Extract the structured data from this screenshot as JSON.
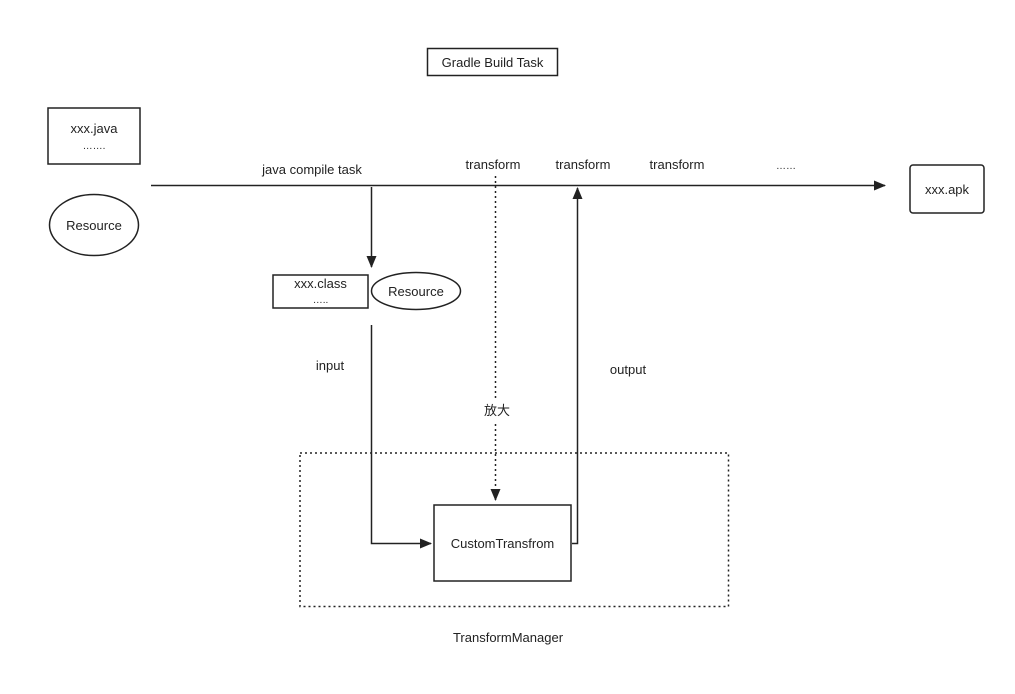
{
  "title": "Gradle Build Task",
  "nodes": {
    "java_source": {
      "label": "xxx.java",
      "sublabel": "……."
    },
    "resource_top": {
      "label": "Resource"
    },
    "class_file": {
      "label": "xxx.class",
      "sublabel": "….."
    },
    "resource_mid": {
      "label": "Resource"
    },
    "apk": {
      "label": "xxx.apk"
    },
    "custom_transform": {
      "label": "CustomTransfrom"
    }
  },
  "timeline": {
    "compile_label": "java compile task",
    "transform_1": "transform",
    "transform_2": "transform",
    "transform_3": "transform",
    "ellipsis": "……"
  },
  "edges": {
    "input_label": "input",
    "output_label": "output",
    "zoom_label": "放大"
  },
  "container": {
    "label": "TransformManager"
  }
}
